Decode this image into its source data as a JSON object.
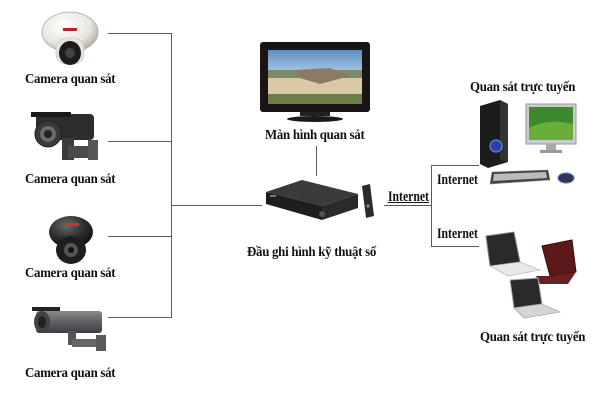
{
  "diagram": {
    "cameras": [
      {
        "label": "Camera quan sát",
        "type": "dome-white"
      },
      {
        "label": "Camera quan sát",
        "type": "bullet-ir-black"
      },
      {
        "label": "Camera quan sát",
        "type": "dome-black"
      },
      {
        "label": "Camera quan sát",
        "type": "bullet-grey"
      }
    ],
    "monitor": {
      "label": "Màn hình quan sát"
    },
    "recorder": {
      "label": "Đầu ghi hình kỹ thuật số"
    },
    "internet_labels": [
      "Internet",
      "Internet",
      "Internet"
    ],
    "clients": [
      {
        "label": "Quan sát trực tuyến",
        "type": "desktop-pc"
      },
      {
        "label": "Quan sát trực tuyến",
        "type": "laptops"
      }
    ]
  }
}
